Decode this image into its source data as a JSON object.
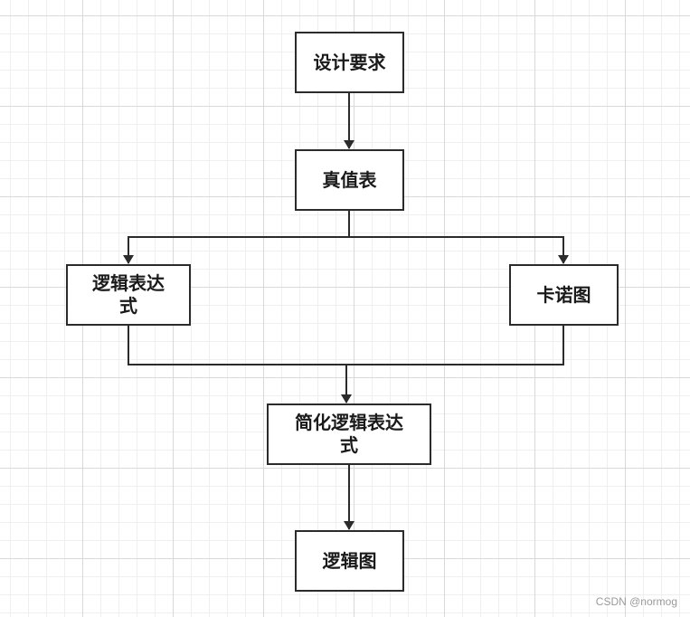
{
  "nodes": {
    "design": "设计要求",
    "truth": "真值表",
    "expr": "逻辑表达式",
    "kmap": "卡诺图",
    "simp": "简化逻辑表达式",
    "logic": "逻辑图"
  },
  "watermark": "CSDN @normog",
  "colors": {
    "stroke": "#2b2b2b",
    "grid": "#d9d9d9"
  }
}
